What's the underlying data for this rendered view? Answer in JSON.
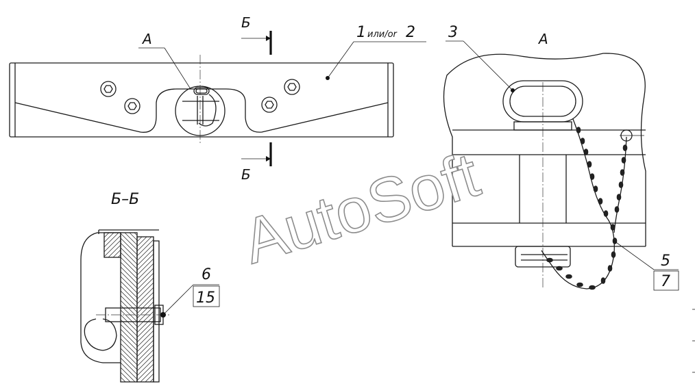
{
  "labels": {
    "view_a_leader": "А",
    "view_a_title": "А",
    "section_cut_top": "Б",
    "section_cut_bottom": "Б",
    "section_title": "Б–Б",
    "part_1": "1",
    "part_1_suffix": "или/or",
    "part_2": "2",
    "part_3": "3",
    "part_5": "5",
    "part_7": "7",
    "part_6": "6",
    "part_15": "15"
  },
  "watermark": {
    "text": "AutoSoft"
  },
  "colors": {
    "line": "#1a1a1a",
    "watermark_stroke": "#8c8c8c",
    "background": "#ffffff"
  }
}
